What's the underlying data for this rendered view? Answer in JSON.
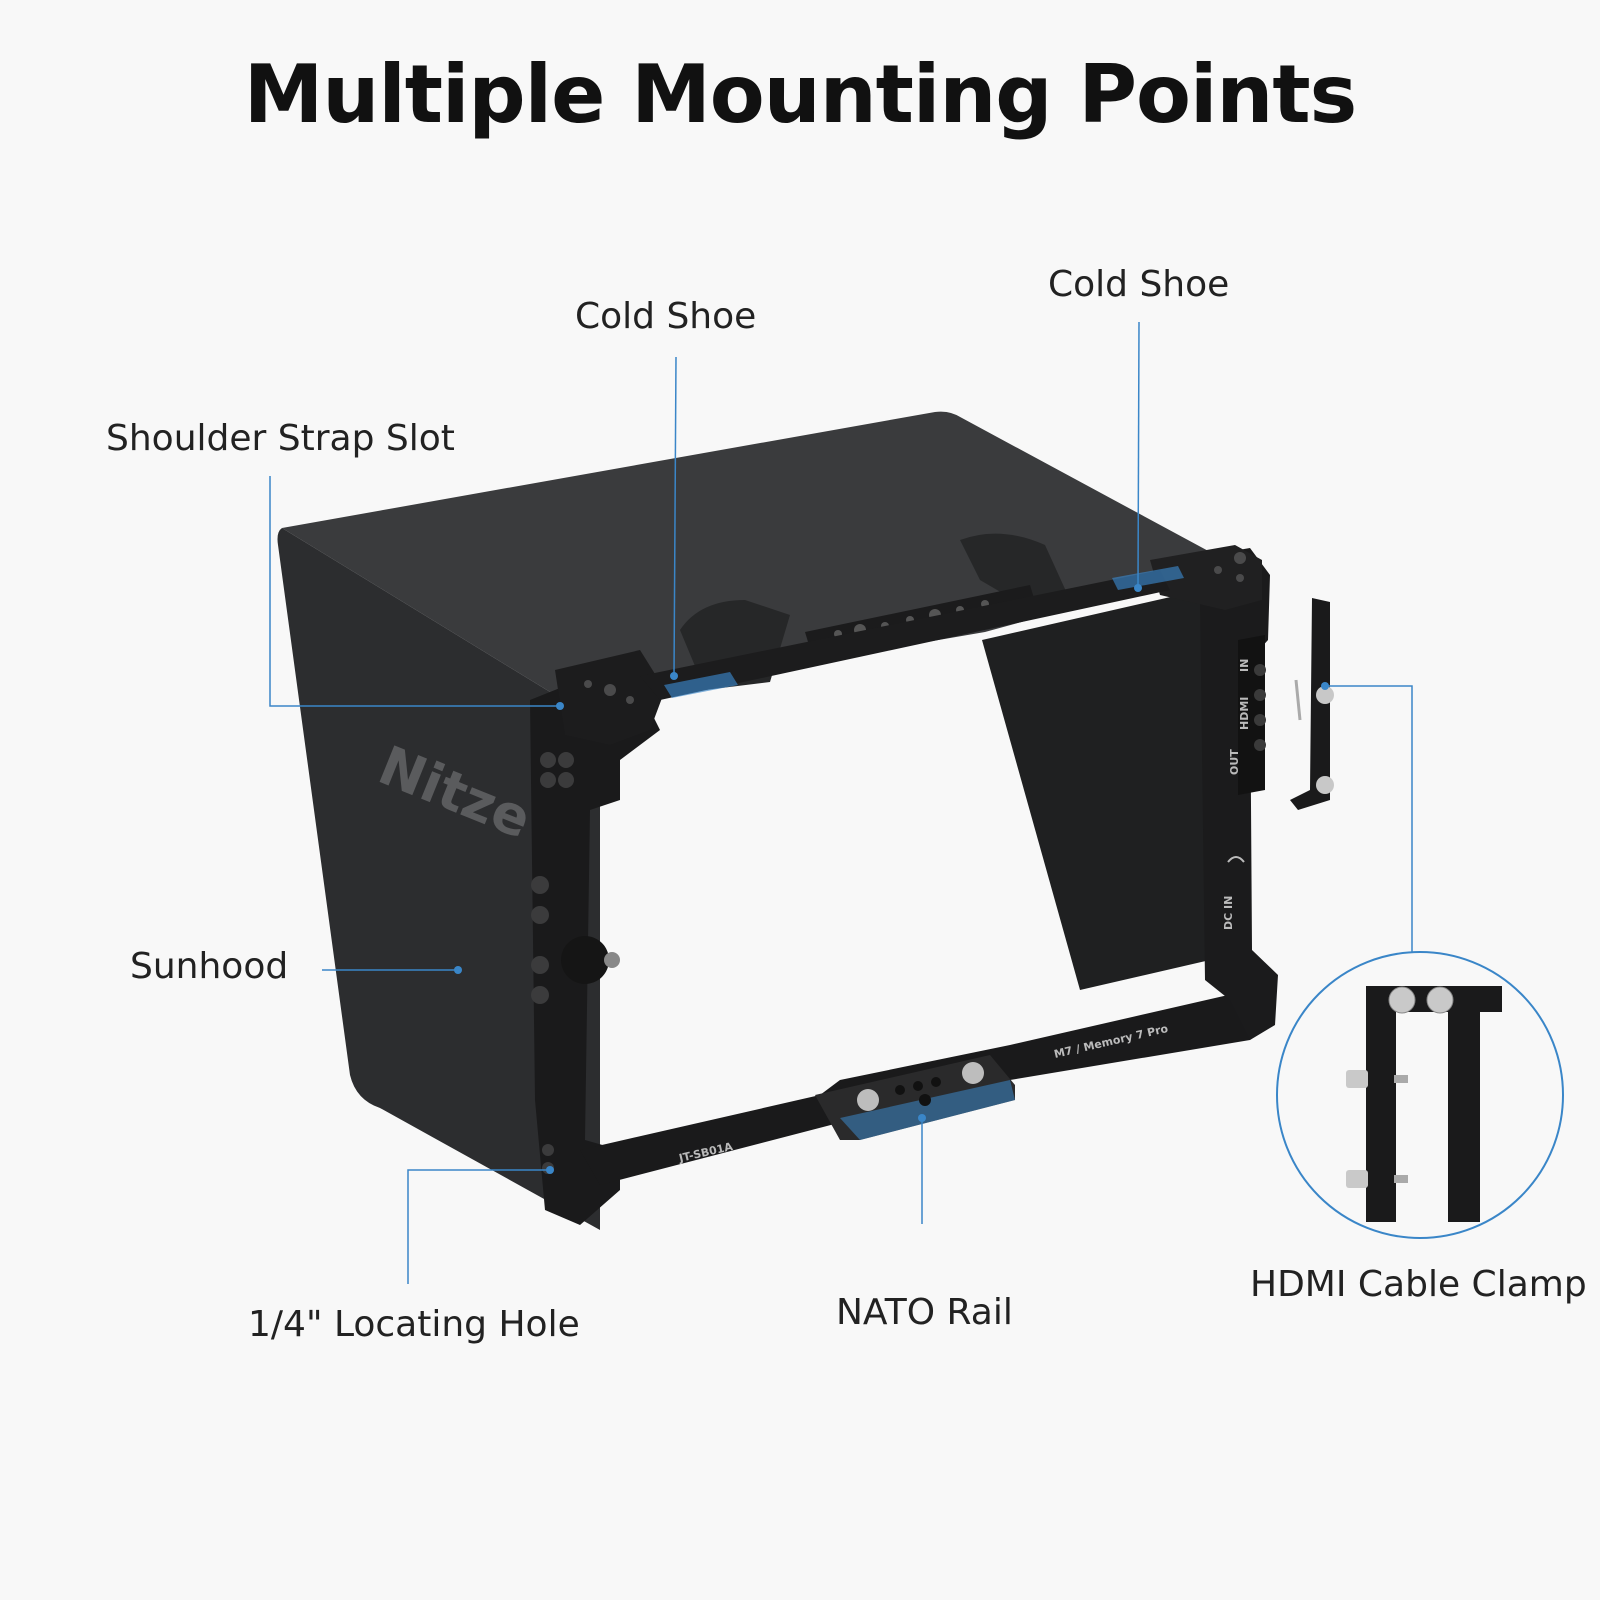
{
  "title": "Multiple Mounting Points",
  "labels": {
    "cold_shoe_left": "Cold Shoe",
    "cold_shoe_right": "Cold Shoe",
    "shoulder_strap_slot": "Shoulder Strap Slot",
    "sunhood": "Sunhood",
    "locating_hole": "1/4\" Locating Hole",
    "nato_rail": "NATO Rail",
    "hdmi_cable_clamp": "HDMI Cable Clamp"
  },
  "product_markings": {
    "brand": "Nitze",
    "model_code": "JT-SB01A",
    "compatible_model": "M7 / Memory 7 Pro",
    "port_in": "IN",
    "port_hdmi": "HDMI",
    "port_out": "OUT",
    "port_dc_in": "DC IN"
  },
  "colors": {
    "accent": "#3a86c8",
    "hood": "#2d2e30",
    "cage": "#1a1a1b",
    "background": "#f8f8f8",
    "text": "#222222"
  }
}
